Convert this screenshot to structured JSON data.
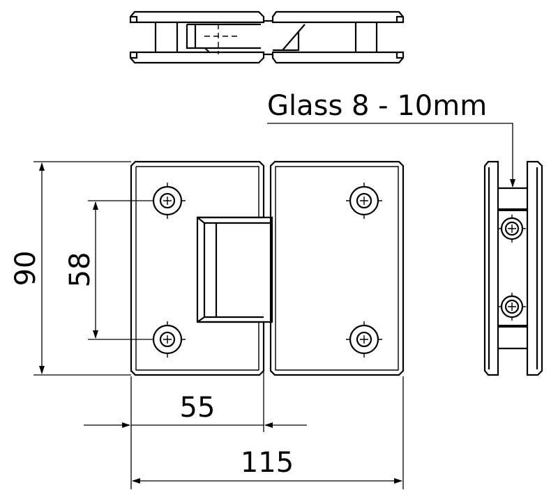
{
  "labels": {
    "glass": "Glass 8 - 10mm",
    "height_overall": "90",
    "hole_spacing": "58",
    "plate_width": "55",
    "width_overall": "115"
  },
  "colors": {
    "line": "#000000",
    "background": "#ffffff"
  }
}
